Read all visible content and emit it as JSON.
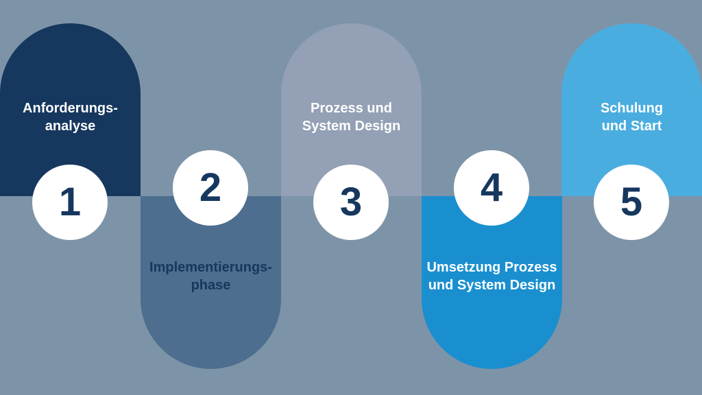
{
  "diagram": {
    "background_color": "#7D94A8",
    "circle_color": "#FFFFFF",
    "number_color": "#16375E",
    "stages": [
      {
        "number": "1",
        "label": "Anforderungs-\nanalyse",
        "pill_color": "#16375E",
        "label_color": "#FFFFFF",
        "position": "top"
      },
      {
        "number": "2",
        "label": "Implementierungs-\nphase",
        "pill_color": "#4D6E8E",
        "label_color": "#16375E",
        "position": "bottom"
      },
      {
        "number": "3",
        "label": "Prozess und\nSystem Design",
        "pill_color": "#93A0B5",
        "label_color": "#FFFFFF",
        "position": "top"
      },
      {
        "number": "4",
        "label": "Umsetzung Prozess\nund System Design",
        "pill_color": "#1A8FD0",
        "label_color": "#FFFFFF",
        "position": "bottom"
      },
      {
        "number": "5",
        "label": "Schulung\nund Start",
        "pill_color": "#4AADDF",
        "label_color": "#FFFFFF",
        "position": "top"
      }
    ]
  }
}
